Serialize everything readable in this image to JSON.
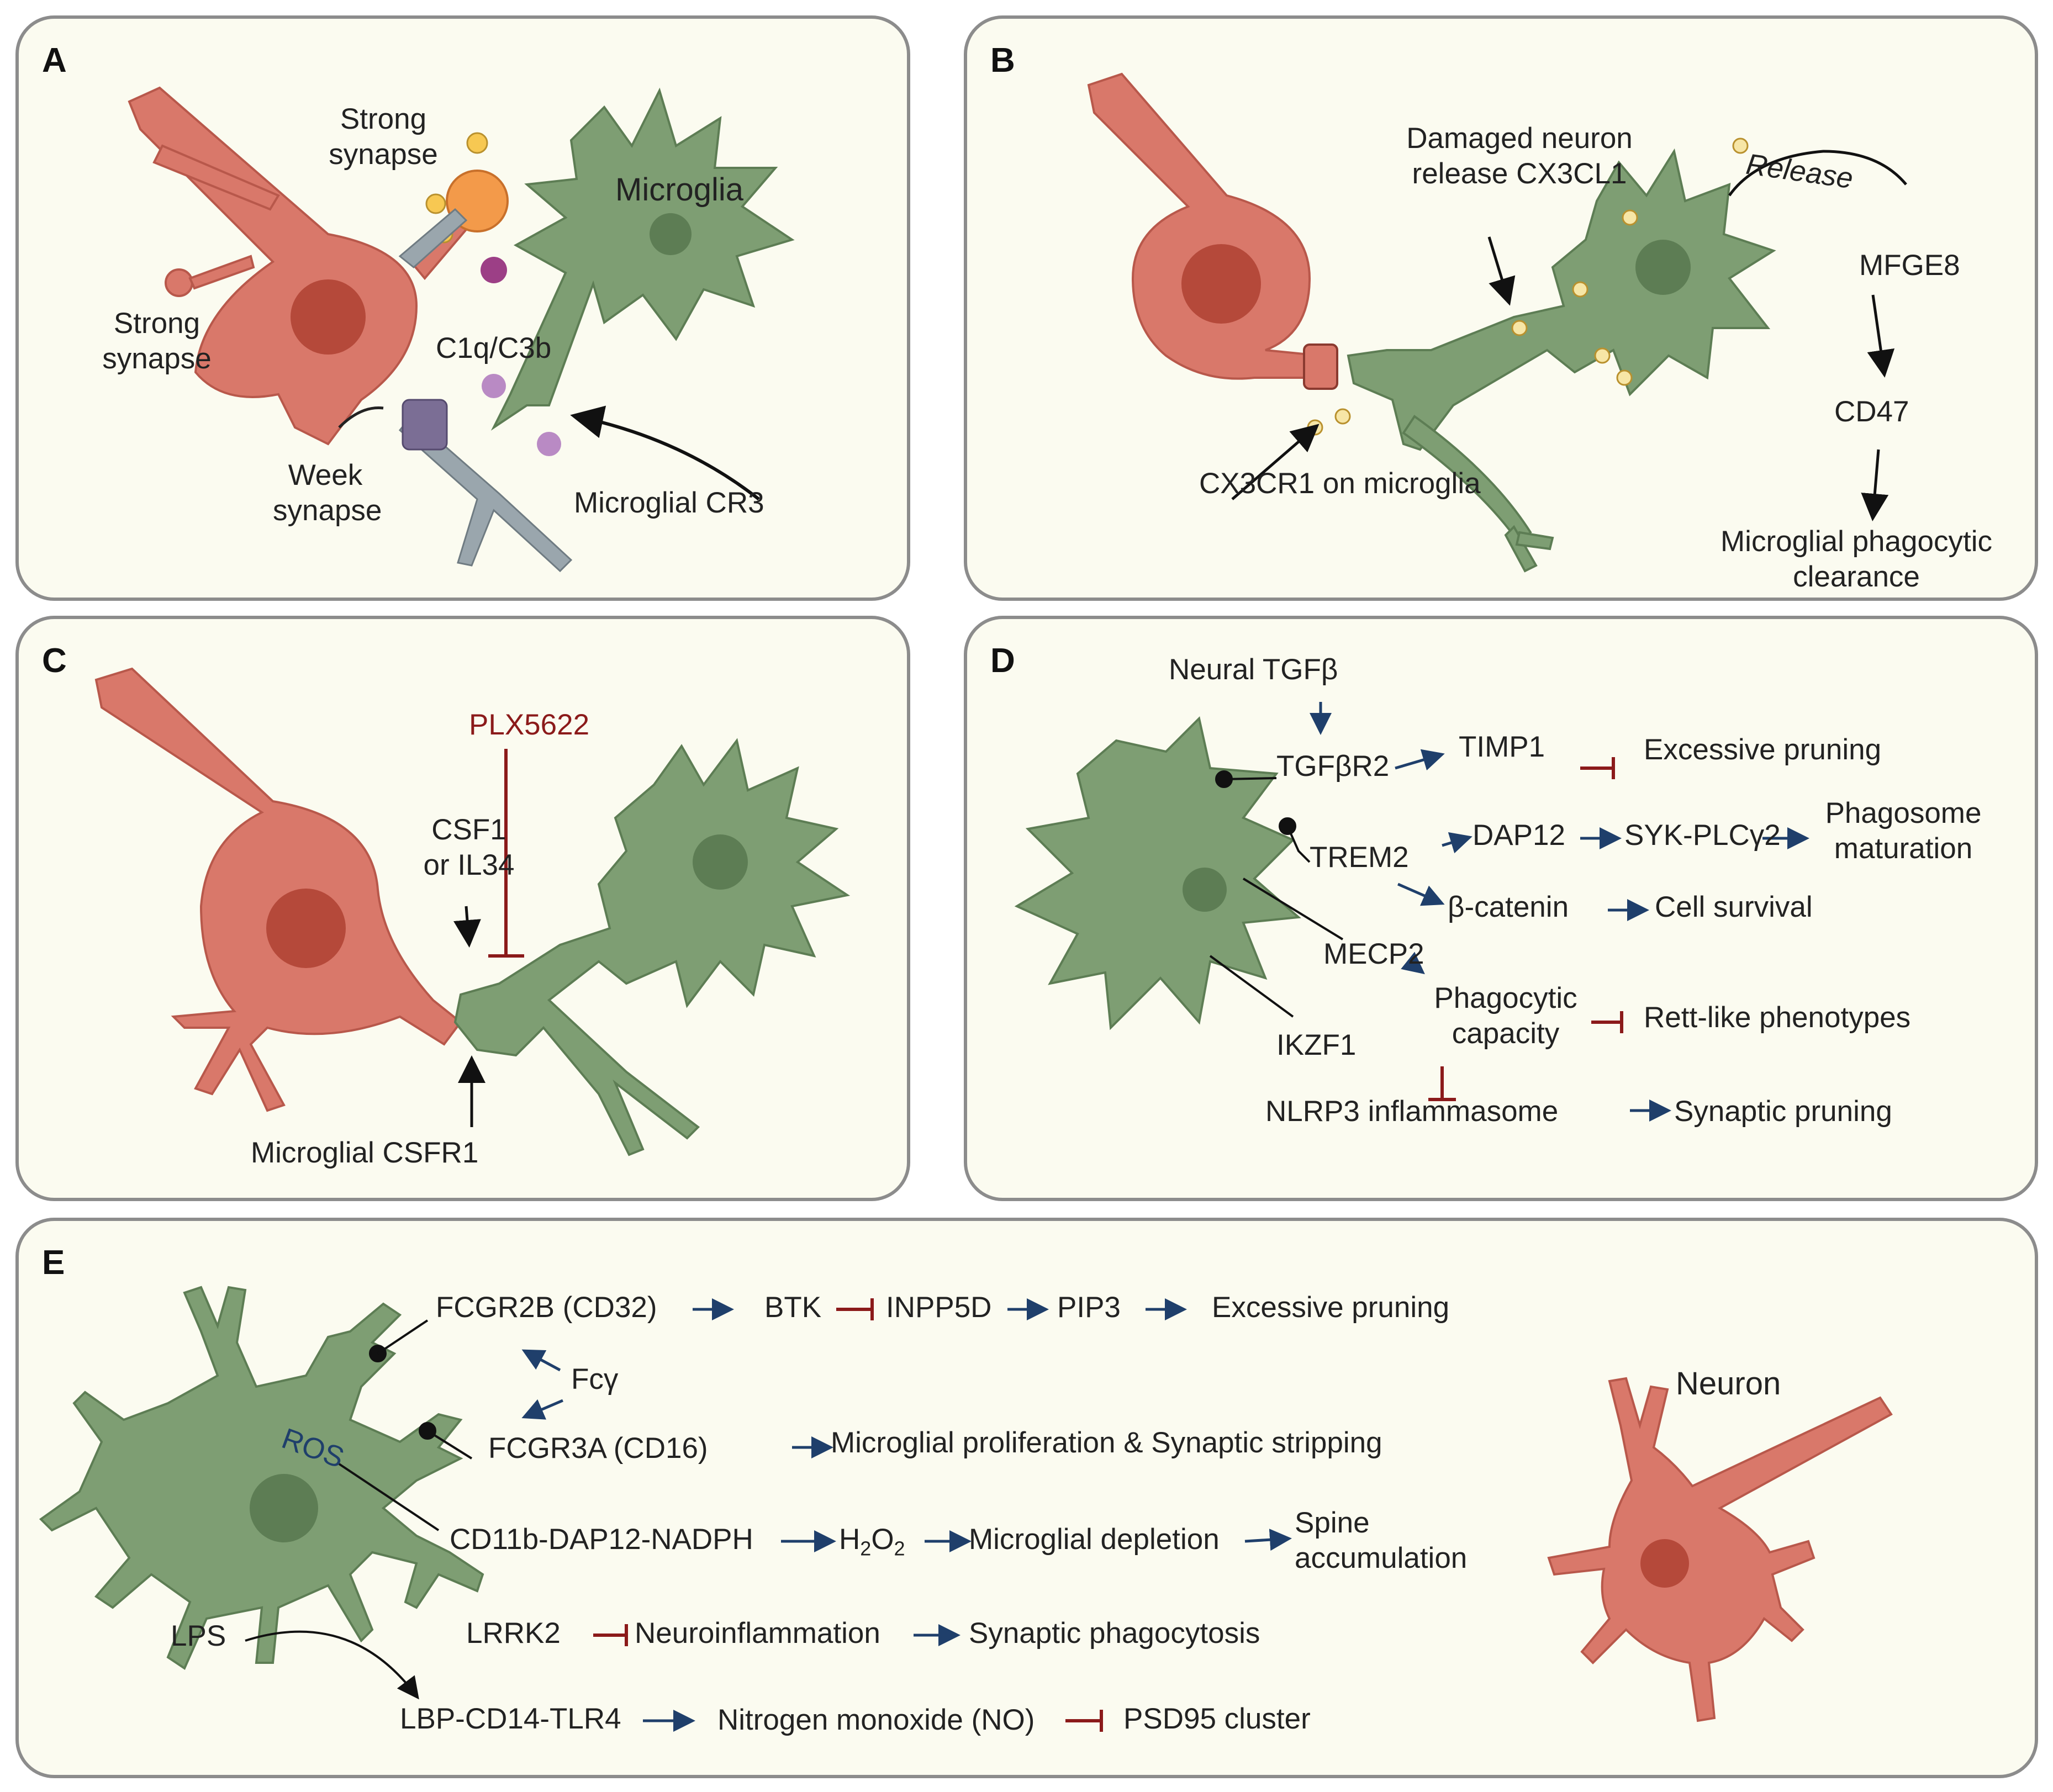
{
  "panel_labels": {
    "a": "A",
    "b": "B",
    "c": "C",
    "d": "D",
    "e": "E"
  },
  "colors": {
    "neuron": "#d9786a",
    "neuron_dark": "#b8584b",
    "nucleus": "#b5493a",
    "microglia": "#7e9e73",
    "microglia_dark": "#5d7d54",
    "arrow_blue": "#1f3f6b",
    "inhibit_red": "#8b1a1a",
    "panel_bg": "#fbfbf0",
    "panel_border": "#8c8c8c"
  },
  "panel_a": {
    "strong_synapse_top": "Strong synapse",
    "strong_synapse_left": "Strong synapse",
    "microglia": "Microglia",
    "c1q_c3b": "C1q/C3b",
    "week_synapse": "Week synapse",
    "microglial_cr3": "Microglial CR3"
  },
  "panel_b": {
    "damaged_neuron": "Damaged neuron release CX3CL1",
    "release": "Release",
    "mfge8": "MFGE8",
    "cd47": "CD47",
    "cx3cr1": "CX3CR1 on microglia",
    "clearance": "Microglial phagocytic clearance"
  },
  "panel_c": {
    "plx5622": "PLX5622",
    "csf1": "CSF1 or IL34",
    "csfr1": "Microglial CSFR1"
  },
  "panel_d": {
    "neural_tgfb": "Neural TGFβ",
    "tgfbr2": "TGFβR2",
    "timp1": "TIMP1",
    "excessive_pruning": "Excessive pruning",
    "trem2": "TREM2",
    "dap12": "DAP12",
    "syk": "SYK-PLCγ2",
    "phagosome": "Phagosome maturation",
    "bcatenin": "β-catenin",
    "cell_survival": "Cell survival",
    "mecp2": "MECP2",
    "phagocytic_capacity": "Phagocytic capacity",
    "rett": "Rett-like phenotypes",
    "ikzf1": "IKZF1",
    "nlrp3": "NLRP3 inflammasome",
    "synaptic_pruning": "Synaptic pruning"
  },
  "panel_e": {
    "fcgr2b": "FCGR2B (CD32)",
    "btk": "BTK",
    "inpp5d": "INPP5D",
    "pip3": "PIP3",
    "excessive_pruning": "Excessive pruning",
    "fcg": "Fcγ",
    "fcgr3a": "FCGR3A (CD16)",
    "proliferation": "Microglial proliferation & Synaptic stripping",
    "ros": "ROS",
    "cd11b": "CD11b-DAP12-NADPH",
    "h2o2_h": "H",
    "h2o2_2a": "2",
    "h2o2_o": "O",
    "h2o2_2b": "2",
    "depletion": "Microglial depletion",
    "spine": "Spine accumulation",
    "lrrk2": "LRRK2",
    "neuroinflammation": "Neuroinflammation",
    "synaptic_phagocytosis": "Synaptic phagocytosis",
    "lps": "LPS",
    "lbp": "LBP-CD14-TLR4",
    "no": "Nitrogen monoxide (NO)",
    "psd95": "PSD95 cluster",
    "neuron": "Neuron"
  }
}
